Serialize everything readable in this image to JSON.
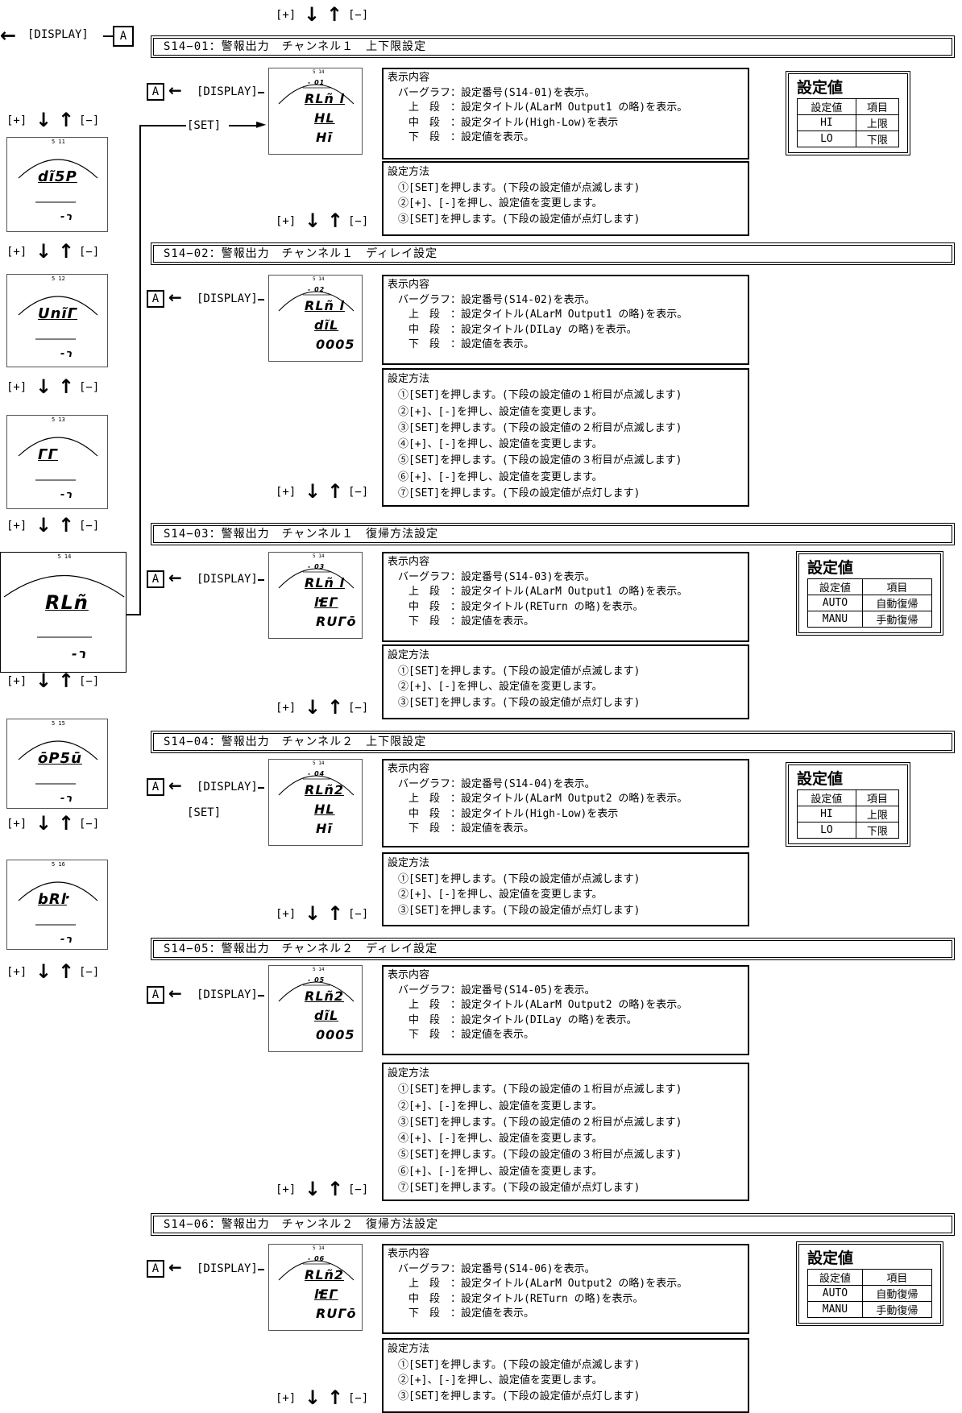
{
  "nav": {
    "plus": "[+]",
    "minus": "[−]",
    "display": "[DISPLAY]",
    "set": "[SET]",
    "a": "A",
    "down": "↓",
    "up": "↑",
    "left": "←"
  },
  "left_screens": [
    {
      "num": "5 11",
      "main": "dĩ5P",
      "bottom": "-ר"
    },
    {
      "num": "5 12",
      "main": "UnĩГ",
      "bottom": "-ר"
    },
    {
      "num": "5 13",
      "main": "ГГ",
      "bottom": "-ר"
    },
    {
      "num": "5 14",
      "main": "RLñ",
      "bottom": "-ר"
    },
    {
      "num": "5 15",
      "main": "ōP5ū",
      "bottom": "-ר"
    },
    {
      "num": "5 16",
      "main": "bRŀ",
      "bottom": "-ר"
    }
  ],
  "sections": [
    {
      "header": "S14−01：警報出力　チャンネル１　上下限設定",
      "lcd": {
        "num": "5 14",
        "code": "- 01",
        "l1": "RLñ l",
        "l2": "HL",
        "l3": "Hī"
      },
      "display_lines": [
        "表示内容",
        "　バーグラフ：設定番号(S14-01)を表示。",
        "　　上　段　：設定タイトル(ALarM Output1 の略)を表示。",
        "　　中　段　：設定タイトル(High-Low)を表示",
        "　　下　段　：設定値を表示。"
      ],
      "method_lines": [
        "設定方法",
        "　①[SET]を押します。(下段の設定値が点滅します)",
        "　②[+]、[-]を押し、設定値を変更します。",
        "　③[SET]を押します。(下段の設定値が点灯します)"
      ],
      "setting": {
        "title": "設定値",
        "head": [
          "設定値",
          "項目"
        ],
        "rows": [
          [
            "HI",
            "上限"
          ],
          [
            "LO",
            "下限"
          ]
        ]
      }
    },
    {
      "header": "S14−02：警報出力　チャンネル１　ディレイ設定",
      "lcd": {
        "num": "5 14",
        "code": "- 02",
        "l1": "RLñ l",
        "l2": "dĩL",
        "l3": "0005"
      },
      "display_lines": [
        "表示内容",
        "　バーグラフ：設定番号(S14-02)を表示。",
        "　　上　段　：設定タイトル(ALarM Output1 の略)を表示。",
        "　　中　段　：設定タイトル(DILay の略)を表示。",
        "　　下　段　：設定値を表示。"
      ],
      "method_lines": [
        "設定方法",
        "　①[SET]を押します。(下段の設定値の１桁目が点滅します)",
        "　②[+]、[-]を押し、設定値を変更します。",
        "　③[SET]を押します。(下段の設定値の２桁目が点滅します)",
        "　④[+]、[-]を押し、設定値を変更します。",
        "　⑤[SET]を押します。(下段の設定値の３桁目が点滅します)",
        "　⑥[+]、[-]を押し、設定値を変更します。",
        "　⑦[SET]を押します。(下段の設定値が点灯します)"
      ]
    },
    {
      "header": "S14−03：警報出力　チャンネル１　復帰方法設定",
      "lcd": {
        "num": "5 14",
        "code": "- 03",
        "l1": "RLñ l",
        "l2": "ŀEГ",
        "l3": "RUГō"
      },
      "display_lines": [
        "表示内容",
        "　バーグラフ：設定番号(S14-03)を表示。",
        "　　上　段　：設定タイトル(ALarM Output1 の略)を表示。",
        "　　中　段　：設定タイトル(RETurn の略)を表示。",
        "　　下　段　：設定値を表示。"
      ],
      "method_lines": [
        "設定方法",
        "　①[SET]を押します。(下段の設定値が点滅します)",
        "　②[+]、[-]を押し、設定値を変更します。",
        "　③[SET]を押します。(下段の設定値が点灯します)"
      ],
      "setting": {
        "title": "設定値",
        "head": [
          "設定値",
          "項目"
        ],
        "rows": [
          [
            "AUTO",
            "自動復帰"
          ],
          [
            "MANU",
            "手動復帰"
          ]
        ]
      }
    },
    {
      "header": "S14−04：警報出力　チャンネル２　上下限設定",
      "lcd": {
        "num": "5 14",
        "code": "- 04",
        "l1": "RLñ2",
        "l2": "HL",
        "l3": "Hī"
      },
      "display_lines": [
        "表示内容",
        "　バーグラフ：設定番号(S14-04)を表示。",
        "　　上　段　：設定タイトル(ALarM Output2 の略)を表示。",
        "　　中　段　：設定タイトル(High-Low)を表示",
        "　　下　段　：設定値を表示。"
      ],
      "method_lines": [
        "設定方法",
        "　①[SET]を押します。(下段の設定値が点滅します)",
        "　②[+]、[-]を押し、設定値を変更します。",
        "　③[SET]を押します。(下段の設定値が点灯します)"
      ],
      "setting": {
        "title": "設定値",
        "head": [
          "設定値",
          "項目"
        ],
        "rows": [
          [
            "HI",
            "上限"
          ],
          [
            "LO",
            "下限"
          ]
        ]
      }
    },
    {
      "header": "S14−05：警報出力　チャンネル２　ディレイ設定",
      "lcd": {
        "num": "5 14",
        "code": "- 05",
        "l1": "RLñ2",
        "l2": "dĩL",
        "l3": "0005"
      },
      "display_lines": [
        "表示内容",
        "　バーグラフ：設定番号(S14-05)を表示。",
        "　　上　段　：設定タイトル(ALarM Output2 の略)を表示。",
        "　　中　段　：設定タイトル(DILay の略)を表示。",
        "　　下　段　：設定値を表示。"
      ],
      "method_lines": [
        "設定方法",
        "　①[SET]を押します。(下段の設定値の１桁目が点滅します)",
        "　②[+]、[-]を押し、設定値を変更します。",
        "　③[SET]を押します。(下段の設定値の２桁目が点滅します)",
        "　④[+]、[-]を押し、設定値を変更します。",
        "　⑤[SET]を押します。(下段の設定値の３桁目が点滅します)",
        "　⑥[+]、[-]を押し、設定値を変更します。",
        "　⑦[SET]を押します。(下段の設定値が点灯します)"
      ]
    },
    {
      "header": "S14−06：警報出力　チャンネル２　復帰方法設定",
      "lcd": {
        "num": "5 14",
        "code": "- 06",
        "l1": "RLñ2",
        "l2": "ŀEГ",
        "l3": "RUГō"
      },
      "display_lines": [
        "表示内容",
        "　バーグラフ：設定番号(S14-06)を表示。",
        "　　上　段　：設定タイトル(ALarM Output2 の略)を表示。",
        "　　中　段　：設定タイトル(RETurn の略)を表示。",
        "　　下　段　：設定値を表示。"
      ],
      "method_lines": [
        "設定方法",
        "　①[SET]を押します。(下段の設定値が点滅します)",
        "　②[+]、[-]を押し、設定値を変更します。",
        "　③[SET]を押します。(下段の設定値が点灯します)"
      ],
      "setting": {
        "title": "設定値",
        "head": [
          "設定値",
          "項目"
        ],
        "rows": [
          [
            "AUTO",
            "自動復帰"
          ],
          [
            "MANU",
            "手動復帰"
          ]
        ]
      }
    }
  ]
}
